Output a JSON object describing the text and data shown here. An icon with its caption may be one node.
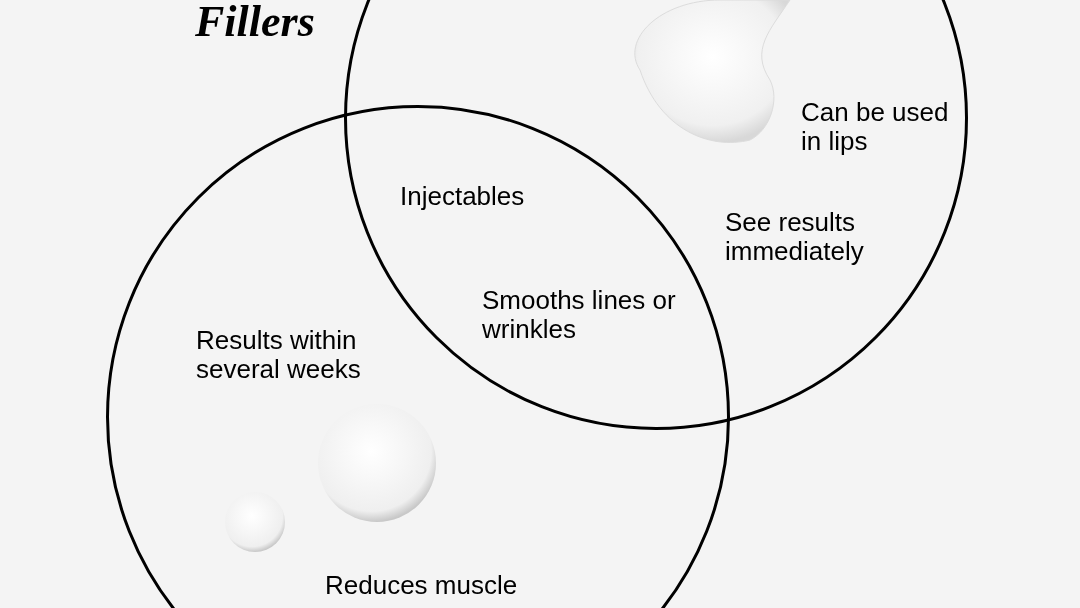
{
  "diagram": {
    "title": "Fillers",
    "nodes": [
      {
        "text": [
          "Can be used in lips",
          "See results immediately"
        ]
      },
      {
        "text": [
          "Results within several weeks",
          "Reduces muscle"
        ]
      }
    ],
    "labels": [
      "Injectables",
      "Smooths lines or wrinkles"
    ]
  }
}
